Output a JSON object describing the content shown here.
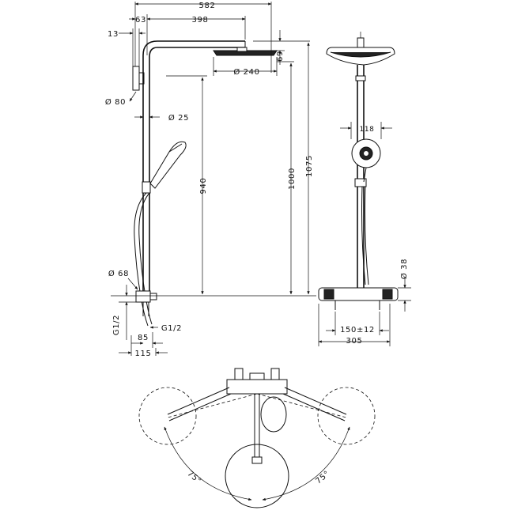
{
  "dimensions": {
    "total_width": "582",
    "arm_length": "398",
    "offset_63": "63",
    "offset_13": "13",
    "head_height": "69",
    "head_diameter": "Ø 240",
    "flange_diameter": "Ø 80",
    "pipe_diameter": "Ø 25",
    "height_940": "940",
    "height_1000": "1000",
    "height_1075": "1075",
    "outlet_diameter": "Ø 68",
    "thread_left": "G1/2",
    "thread_right": "G1/2",
    "depth_85": "85",
    "depth_115": "115"
  },
  "side": {
    "handshower_width": "118",
    "thermostat_diameter": "Ø 38",
    "centres": "150±12",
    "overall_width": "305"
  },
  "top": {
    "angle_left": "75°",
    "angle_right": "75°"
  },
  "icons": [
    "arrow-icon"
  ]
}
